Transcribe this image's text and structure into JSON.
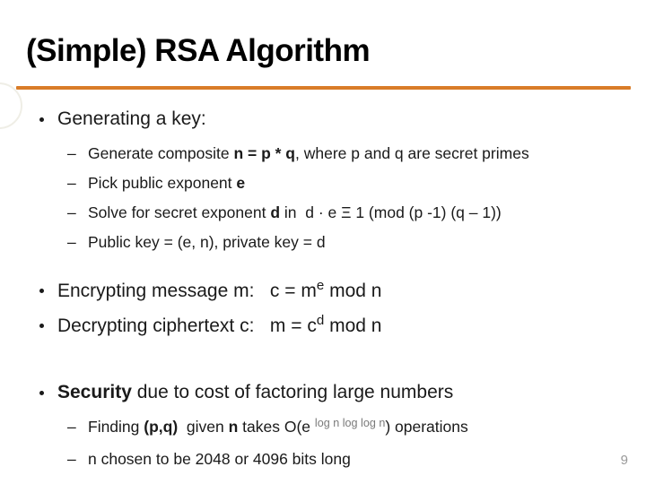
{
  "title": "(Simple) RSA Algorithm",
  "page": {
    "number": "9"
  },
  "colors": {
    "accent_rule": "#D97C28",
    "title_text": "#000000",
    "body_text": "#1a1a1a",
    "superscript_muted": "#7a7a7a",
    "page_number": "#999999"
  },
  "markers": {
    "dash": "–"
  },
  "keygen": {
    "heading": [
      {
        "t": "Generating a key:"
      }
    ],
    "items": {
      "i0": [
        {
          "t": "Generate composite "
        },
        {
          "t": "n = p * q",
          "b": true
        },
        {
          "t": ", where p and q are secret primes"
        }
      ],
      "i1": [
        {
          "t": "Pick public exponent "
        },
        {
          "t": "e",
          "b": true
        }
      ],
      "i2": [
        {
          "t": "Solve for secret exponent "
        },
        {
          "t": "d",
          "b": true
        },
        {
          "t": " in  d · e Ξ 1 (mod (p -1) (q – 1))"
        }
      ],
      "i3": [
        {
          "t": "Public key = (e, n), private key = d"
        }
      ]
    }
  },
  "encrypt": {
    "lines": {
      "i0": [
        {
          "t": "Encrypting message m:   c = m"
        },
        {
          "t": "e",
          "sup": true
        },
        {
          "t": " mod n"
        }
      ],
      "i1": [
        {
          "t": "Decrypting ciphertext c:   m = c"
        },
        {
          "t": "d",
          "sup": true
        },
        {
          "t": " mod n"
        }
      ]
    }
  },
  "security": {
    "heading": [
      {
        "t": "Security",
        "b": true
      },
      {
        "t": " due to cost of factoring large numbers"
      }
    ],
    "items": {
      "i0": [
        {
          "t": "Finding "
        },
        {
          "t": "(p,q)",
          "b": true
        },
        {
          "t": "  given "
        },
        {
          "t": "n",
          "b": true
        },
        {
          "t": " takes O(e "
        },
        {
          "t": "log n log log n",
          "sup": true,
          "muted": true
        },
        {
          "t": ") operations"
        }
      ],
      "i1": [
        {
          "t": "n chosen to be 2048 or 4096 bits long"
        }
      ]
    }
  }
}
